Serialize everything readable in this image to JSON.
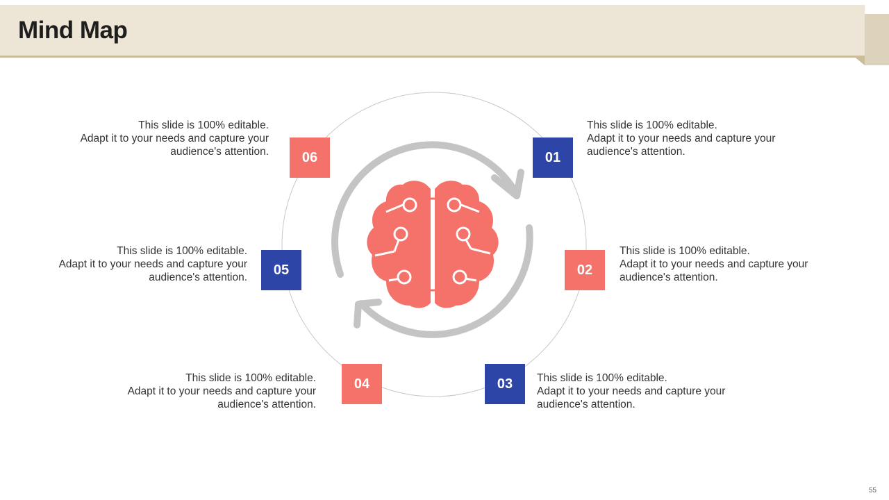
{
  "title": "Mind Map",
  "page_number": "55",
  "colors": {
    "coral": "#f4726a",
    "navy": "#2e45a8",
    "gray_ring": "#c4c4c4",
    "banner": "#ede5d6"
  },
  "center_icon": "brain-cycle-icon",
  "items": [
    {
      "number": "01",
      "line1": "This slide is 100% editable.",
      "line2": "Adapt it to your needs and capture your",
      "line3": "audience's attention."
    },
    {
      "number": "02",
      "line1": "This slide is 100% editable.",
      "line2": "Adapt it to your needs and capture your",
      "line3": "audience's attention."
    },
    {
      "number": "03",
      "line1": "This slide is 100% editable.",
      "line2": "Adapt it to your needs and capture your",
      "line3": "audience's attention."
    },
    {
      "number": "04",
      "line1": "This slide is 100% editable.",
      "line2": "Adapt it to your needs and capture your",
      "line3": "audience's attention."
    },
    {
      "number": "05",
      "line1": "This slide is 100% editable.",
      "line2": "Adapt it to your needs and capture your",
      "line3": "audience's attention."
    },
    {
      "number": "06",
      "line1": "This slide is 100% editable.",
      "line2": "Adapt it to your needs and capture your",
      "line3": "audience's attention."
    }
  ]
}
